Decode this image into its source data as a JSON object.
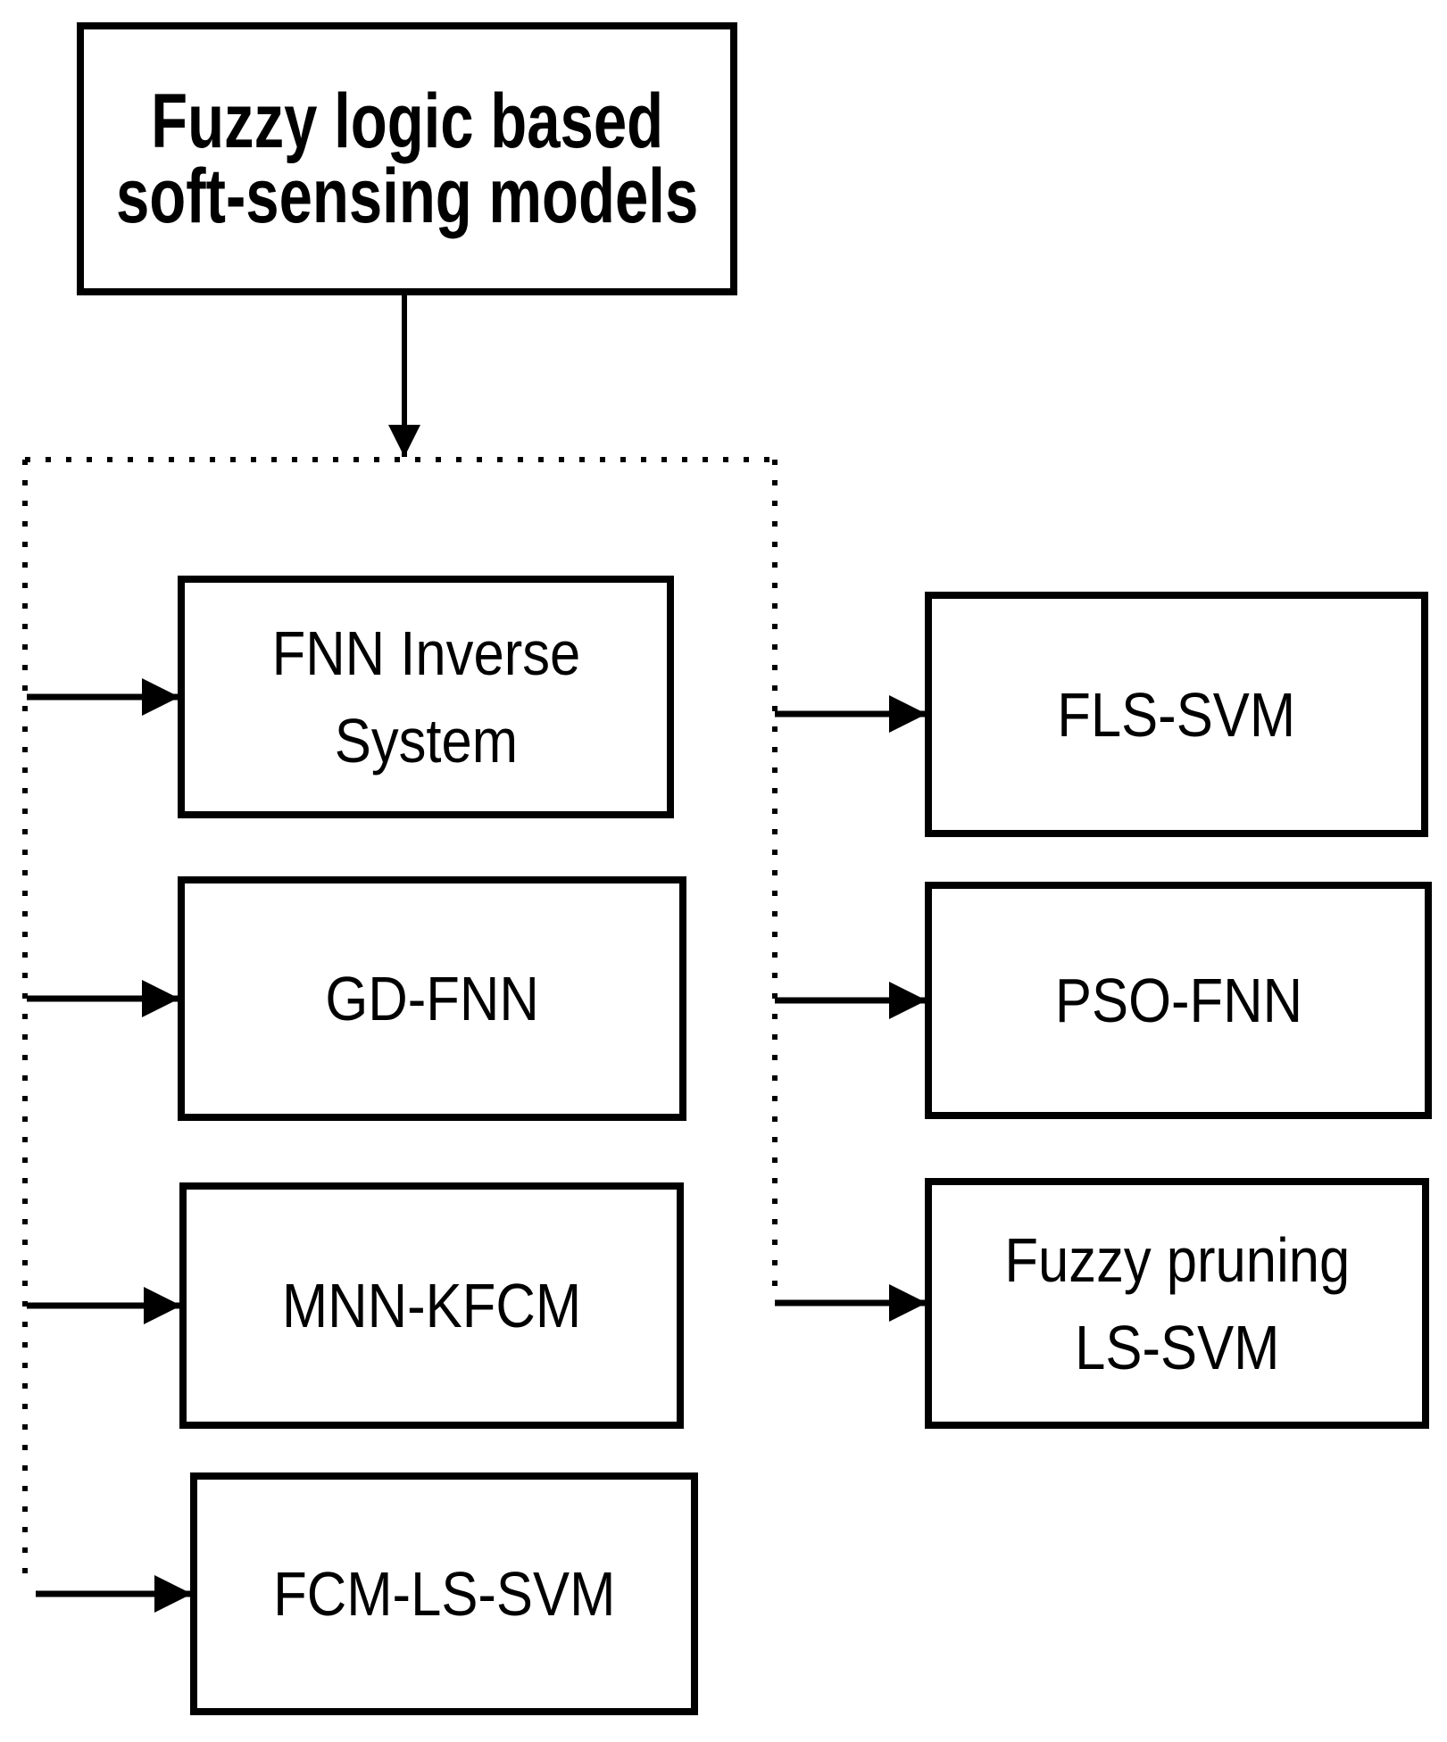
{
  "diagram": {
    "background": "#ffffff",
    "line_color": "#000000",
    "box_fill": "#ffffff",
    "root": {
      "label": "Fuzzy logic based\nsoft-sensing models"
    },
    "left_branch": [
      {
        "id": "fnn-inverse-system",
        "label": "FNN Inverse\nSystem"
      },
      {
        "id": "gd-fnn",
        "label": "GD-FNN"
      },
      {
        "id": "mnn-kfcm",
        "label": "MNN-KFCM"
      },
      {
        "id": "fcm-ls-svm",
        "label": "FCM-LS-SVM"
      }
    ],
    "right_branch": [
      {
        "id": "fls-svm",
        "label": "FLS-SVM"
      },
      {
        "id": "pso-fnn",
        "label": "PSO-FNN"
      },
      {
        "id": "fuzzy-pruning-ls-svm",
        "label": "Fuzzy pruning\nLS-SVM"
      }
    ]
  }
}
